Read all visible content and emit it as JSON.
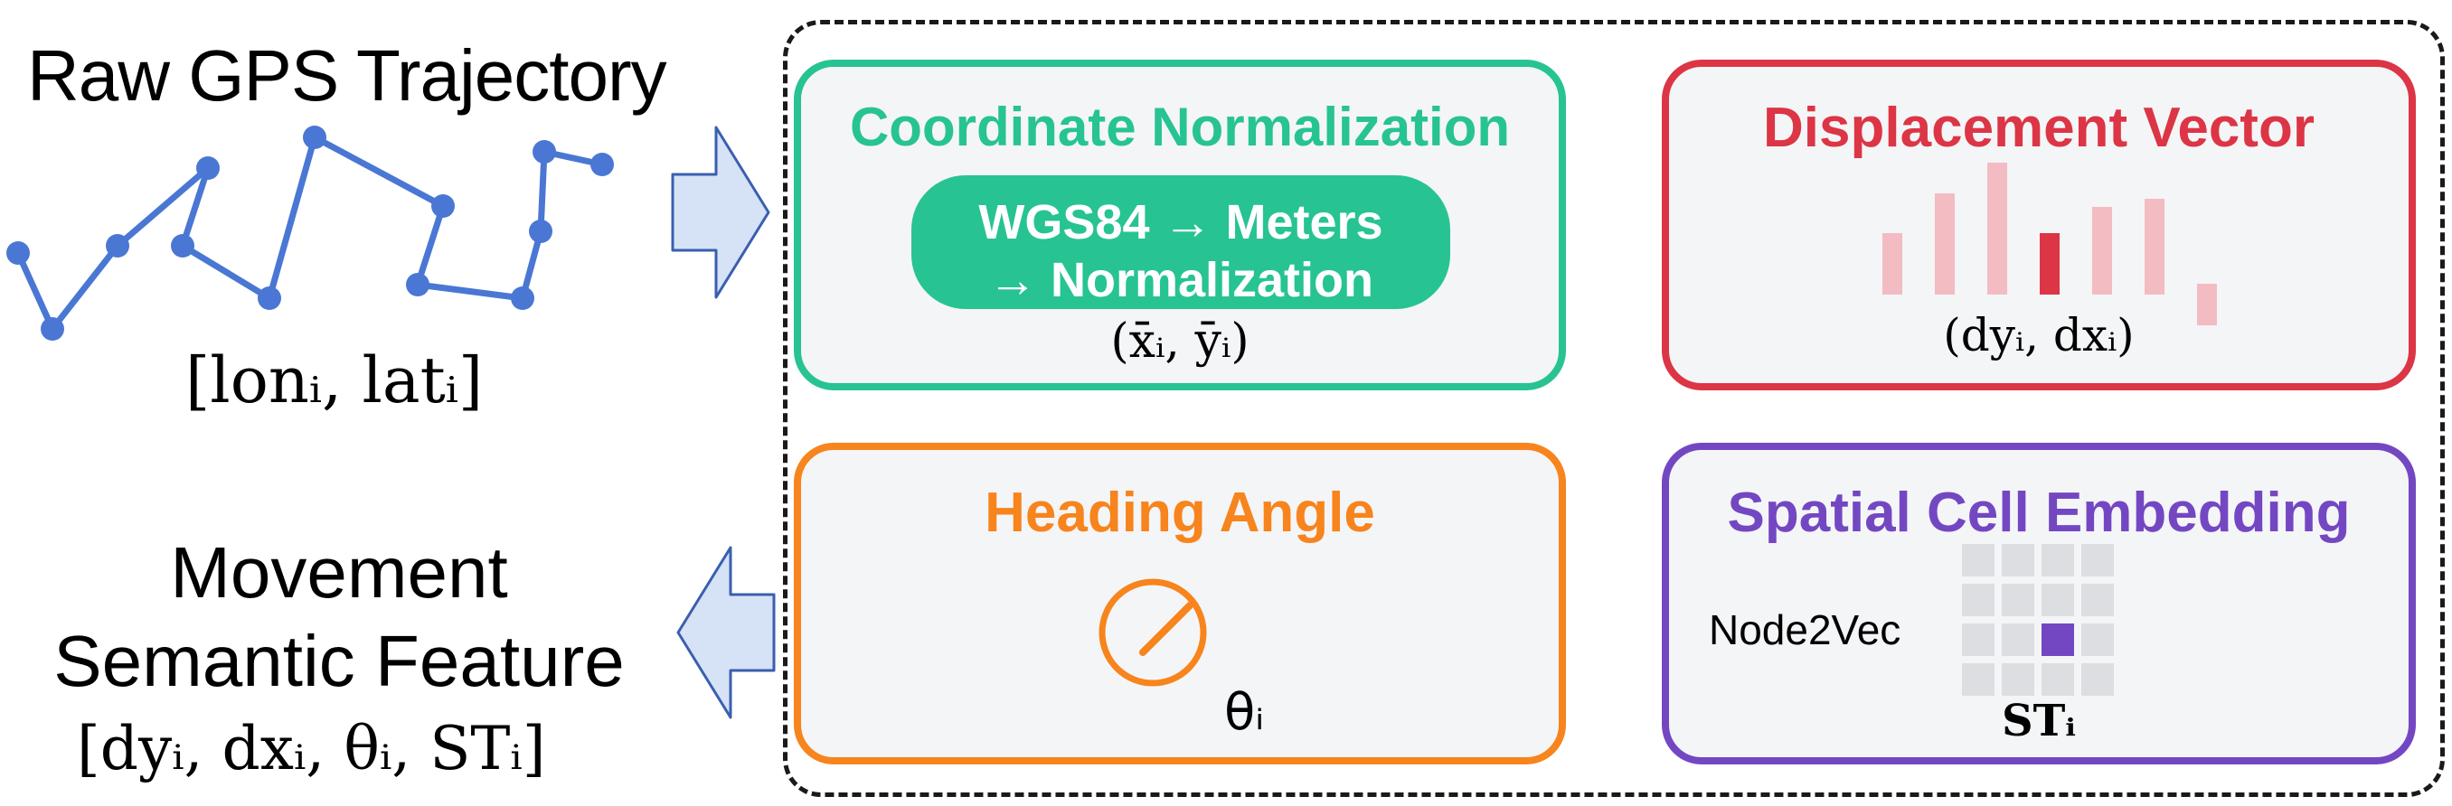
{
  "left": {
    "raw_title": "Raw GPS Trajectory",
    "raw_coord_label": "[lonᵢ, latᵢ]",
    "feature_title_line1": "Movement",
    "feature_title_line2": "Semantic Feature",
    "feature_vector_label": "[dyᵢ, dxᵢ, θᵢ, STᵢ]"
  },
  "panels": {
    "coordinate": {
      "title": "Coordinate Normalization",
      "pill_line1": "WGS84 → Meters",
      "pill_line2": "→ Normalization",
      "output": "(x̄ᵢ, ȳᵢ)",
      "color": "#27c393"
    },
    "displacement": {
      "title": "Displacement Vector",
      "output": "(dyᵢ, dxᵢ)",
      "color": "#dc3545",
      "bar_light": "#f2bcc2",
      "bar_levels": [
        0.45,
        0.74,
        0.96,
        0.45,
        0.64,
        0.7,
        0.3
      ],
      "highlight_index": 3
    },
    "heading": {
      "title": "Heading Angle",
      "symbol": "θᵢ",
      "color": "#f7841c"
    },
    "spatial": {
      "title": "Spatial Cell Embedding",
      "method": "Node2Vec",
      "symbol": "STᵢ",
      "color": "#7447c2",
      "grid_cols": 4,
      "grid_rows": 4,
      "highlight_cell": [
        3,
        2
      ]
    }
  },
  "colors": {
    "trajectory": "#4a77d4",
    "arrow_fill": "#d6e2f5",
    "arrow_stroke": "#3a5fb0"
  }
}
